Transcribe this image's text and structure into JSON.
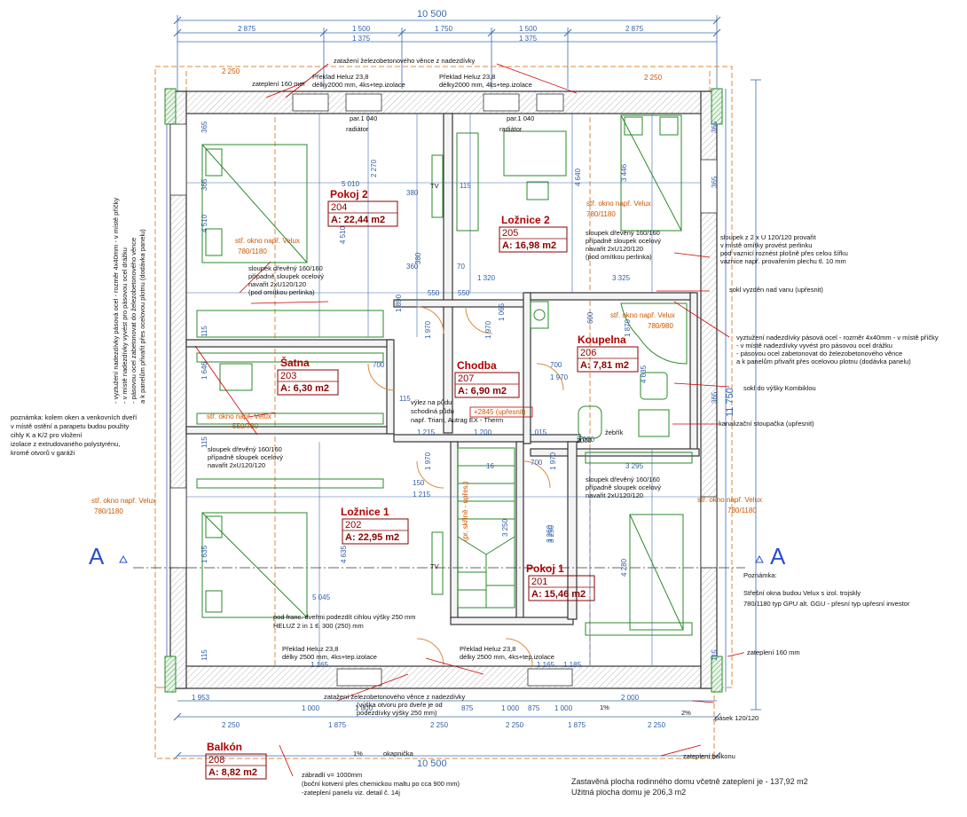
{
  "dimensions": {
    "total_top": "10 500",
    "total_bottom": "10 500",
    "right_height": "11 750",
    "top_row1": [
      "2 875",
      "1 500",
      "1 750",
      "1 500",
      "2 875"
    ],
    "top_row2": [
      "1 375",
      "1 375"
    ],
    "top_side": [
      "2 250",
      "2 250"
    ],
    "bottom_row1": [
      "1 953",
      "1 000",
      "1 000",
      "1 000",
      "1 000",
      "2 000"
    ],
    "bottom_row2": [
      "2 250",
      "1 875",
      "2 250",
      "2 250",
      "1 875",
      "2 250"
    ],
    "bottom_small": [
      "875",
      "875",
      "1 165",
      "1 165",
      "1 185"
    ],
    "left_side": [
      "365",
      "365",
      "1 646",
      "115",
      "115",
      "1 635",
      "4 510",
      "4 635",
      "115"
    ],
    "right_side": [
      "365",
      "3 446",
      "4 640",
      "365",
      "3 260",
      "4 280",
      "365",
      "115"
    ],
    "inner": [
      "5 010",
      "2 270",
      "4 510",
      "1 890",
      "380",
      "360",
      "550",
      "550",
      "1 320",
      "3 325",
      "1 065",
      "1 970",
      "1 970",
      "1 970",
      "1 970",
      "700",
      "700",
      "700",
      "1 970",
      "1 215",
      "1 200",
      "1 015",
      "1 215",
      "115",
      "16",
      "3 250",
      "3 250",
      "3 295",
      "5 045",
      "2 000",
      "4 635",
      "1 870",
      "150",
      "600",
      "380",
      "115",
      "70"
    ]
  },
  "rooms": [
    {
      "name": "Pokoj 2",
      "id": "204",
      "area": "A: 22,44 m2"
    },
    {
      "name": "Ložnice 2",
      "id": "205",
      "area": "A: 16,98 m2"
    },
    {
      "name": "Koupelna",
      "id": "206",
      "area": "A: 7,81 m2"
    },
    {
      "name": "Šatna",
      "id": "203",
      "area": "A: 6,30 m2"
    },
    {
      "name": "Chodba",
      "id": "207",
      "area": "A: 6,90 m2"
    },
    {
      "name": "Ložnice 1",
      "id": "202",
      "area": "A: 22,95 m2"
    },
    {
      "name": "Pokoj 1",
      "id": "201",
      "area": "A: 15,46 m2"
    },
    {
      "name": "Balkón",
      "id": "208",
      "area": "A: 8,82 m2"
    }
  ],
  "section": {
    "left": "A",
    "right": "A"
  },
  "notes": {
    "zatizeni_top": "zatažení železobetonového věnce z nadezdívky",
    "zatepleni_top": "zateplení 160 mm",
    "preklad_top_l1": "Překlad Heluz 23,8",
    "preklad_top_l2": "délky2000 mm, 4ks+tep.izolace",
    "preklad_top_r1": "Překlad Heluz 23,8",
    "preklad_top_r2": "délky2000 mm, 4ks+tep.izolace",
    "par1": "par.1 040",
    "par2": "par.1 040",
    "radiator1": "radiátor",
    "radiator2": "radiátor",
    "tv1": "TV",
    "tv2": "TV",
    "velux_pokoj2_1": "stř. okno např. Velux",
    "velux_pokoj2_2": "780/1180",
    "velux_loz2_1": "stř. okno např. Velux",
    "velux_loz2_2": "780/1180",
    "velux_koup": "stř. okno např. Velux",
    "velux_koup_dim": "780/980",
    "velux_satna_1": "stř. okno např. Velux",
    "velux_satna_2": "550/780",
    "velux_l1_1": "stř. okno např. Velux",
    "velux_l1_2": "780/1180",
    "velux_p1_1": "stř. okno např. Velux",
    "velux_p1_2": "780/1180",
    "sloupek_p2": [
      "sloupek dřevěný 160/160",
      "případně sloupek ocelový",
      "navařit 2xU120/120",
      "(pod omítkou perlinka)"
    ],
    "sloupek_l2": [
      "sloupek dřevěný 160/160",
      "případně sloupek ocelový",
      "navařit 2xU120/120",
      "(pod omítkou perlinka)"
    ],
    "sloupek_satna": [
      "sloupek dřevěný 160/160",
      "případně sloupek ocelový",
      "navařit 2xU120/120"
    ],
    "sloupek_p1": [
      "sloupek dřevěný 160/160",
      "případně sloupek ocelový",
      "navařit 2xU120/120"
    ],
    "sloupek_right": [
      "sloupek z 2 x U 120/120 provařit",
      "v místě omítky provést perlinku",
      "pod vaznicí roznést plošně přes celou šířku",
      "vaznice např. provařením plechu tl. 10 mm"
    ],
    "sokl_vana": "sokl vyzděn nad vanu (upřesnit)",
    "vyztuzeni_right": [
      "vyztužení nadezdívky pásová ocel - rozměr 4x40mm -  v místě příčky",
      "- v místě nadezdívky vyvést pro pásovou ocel drážku",
      "- pásovou ocel zabetonovat do železobetonového věnce",
      "a k panelům přivařit přes ocelovou plotnu (dodávka panelu)"
    ],
    "vyztuzeni_left": [
      "- vyztužení nadezdívky pásová ocel - rozměr 4x40mm -  v místě příčky",
      "- v místě nadezdívky vyvést pro pásovou ocel drážku",
      "- pásovou ocel zabetonovat do železobetonového věnce",
      "a k panelům přivařit přes ocelovou plotnu (dodávka panelu)"
    ],
    "sokl_kombi": "sokl do výšky Kombiklou",
    "kanalizace": "kanalizační stoupačka (upřesnit)",
    "poznamka_left": [
      "poznámka: kolem oken a venkovních dveří",
      "v místě ostění a parapetu budou použity",
      "cihly K a K/2 pro vložení",
      "izolace z extrudovaného polystyrénu,",
      "kromě otvorů v garáži"
    ],
    "vylez_p": [
      "výlez na půdu",
      "schodiná půdu",
      "např. Triant, Autrag EX - Therm"
    ],
    "vylez_dim": "+2845 (upřesnit)",
    "zebrik": "žebřík",
    "zebrik_dim": "2000",
    "schody": "(pr. skříně - upřes.)",
    "pod_franc": [
      "pod franc. dveřmi podezdít cihlou výšky 250 mm",
      "HELUZ 2 in 1 tl. 300 (250) mm"
    ],
    "preklad_bot_l": [
      "Překlad Heluz 23,8",
      "délky 2500 mm, 4ks+tep.izolace"
    ],
    "preklad_bot_r": [
      "Překlad Heluz 23,8",
      "délky 2500 mm, 4ks+tep.izolace"
    ],
    "zatizeni_bot": [
      "zatažení železobetonového věnce z nadezdívky",
      "(výška otvoru pro dveře je od",
      "podezdívky výšky 250 mm)"
    ],
    "zatepleni_right": "zateplení 160 mm",
    "poznamka_right": [
      "Poznámka:",
      "Střešní okna budou Velux s izol. trojskly",
      "780/1180 typ GPU alt. GGU - přesní typ upřesní investor"
    ],
    "pasek": "pásek 120/120",
    "zatepleni_balkonu": "zateplení balkonu",
    "slope1": "1%",
    "slope2": "1%",
    "slope3": "2%",
    "oplechovani": "okapnička",
    "zabradli": [
      "zábradlí v= 1000mm",
      "(boční kotvení přes chemickou maltu po cca 900 mm)",
      "-zateplení panelu viz. detail č. 14j"
    ]
  },
  "summary": {
    "line1": "Zastavěná plocha rodinného domu včetně zateplení je -  137,92 m2",
    "line2": "Užitná plocha domu je 206,3 m2"
  }
}
